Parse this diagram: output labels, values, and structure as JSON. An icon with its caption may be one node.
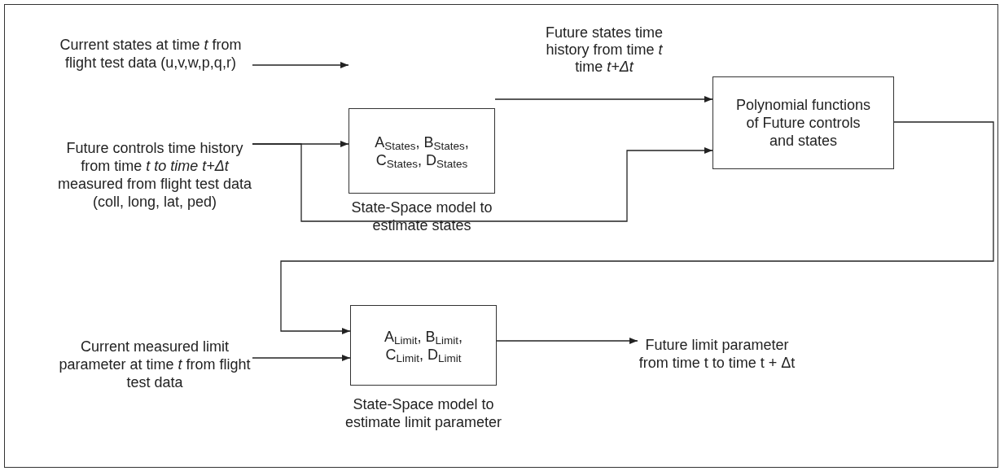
{
  "diagram": {
    "nodes": [
      {
        "text": [
          "Current states at time *t* from flight test data (u,v,w,p,q,r)"
        ]
      },
      {
        "text": [
          "Future controls time history from time *t to time t+Δt* measured from flight test data (coll, long, lat, ped)"
        ]
      },
      {
        "text": [
          "A$_{States}$, B$_{States}$, C$_{States}$, D$_{States}$"
        ],
        "beside": [
          "State-Space model to estimate states"
        ]
      },
      {
        "text": [
          "Polynomial functions of Future controls and states"
        ]
      },
      {
        "text": [
          "A$_{Limit}$, B$_{Limit}$, C$_{Limit}$, D$_{Limit}$"
        ],
        "beside": [
          "State-Space model to estimate limit parameter"
        ]
      },
      {
        "text": [
          "Current measured limit parameter at time *t* from flight test data"
        ]
      },
      {
        "text": [
          "Future limit parameter from time t to time t + Δt"
        ]
      }
    ],
    "edges": [
      {
        "from": 0,
        "to": 2,
        "arrow": "to"
      },
      {
        "from": 1,
        "to": 2,
        "arrow": "to"
      },
      {
        "from": 1,
        "to": 3,
        "arrow": "to"
      },
      {
        "from": 2,
        "to": 3,
        "arrow": "to",
        "label": "Future states time history from time *t* time *t+Δt*"
      },
      {
        "from": 3,
        "to": 4,
        "arrow": "to"
      },
      {
        "from": 5,
        "to": 4,
        "arrow": "to"
      },
      {
        "from": 4,
        "to": 6,
        "arrow": "to"
      }
    ]
  }
}
